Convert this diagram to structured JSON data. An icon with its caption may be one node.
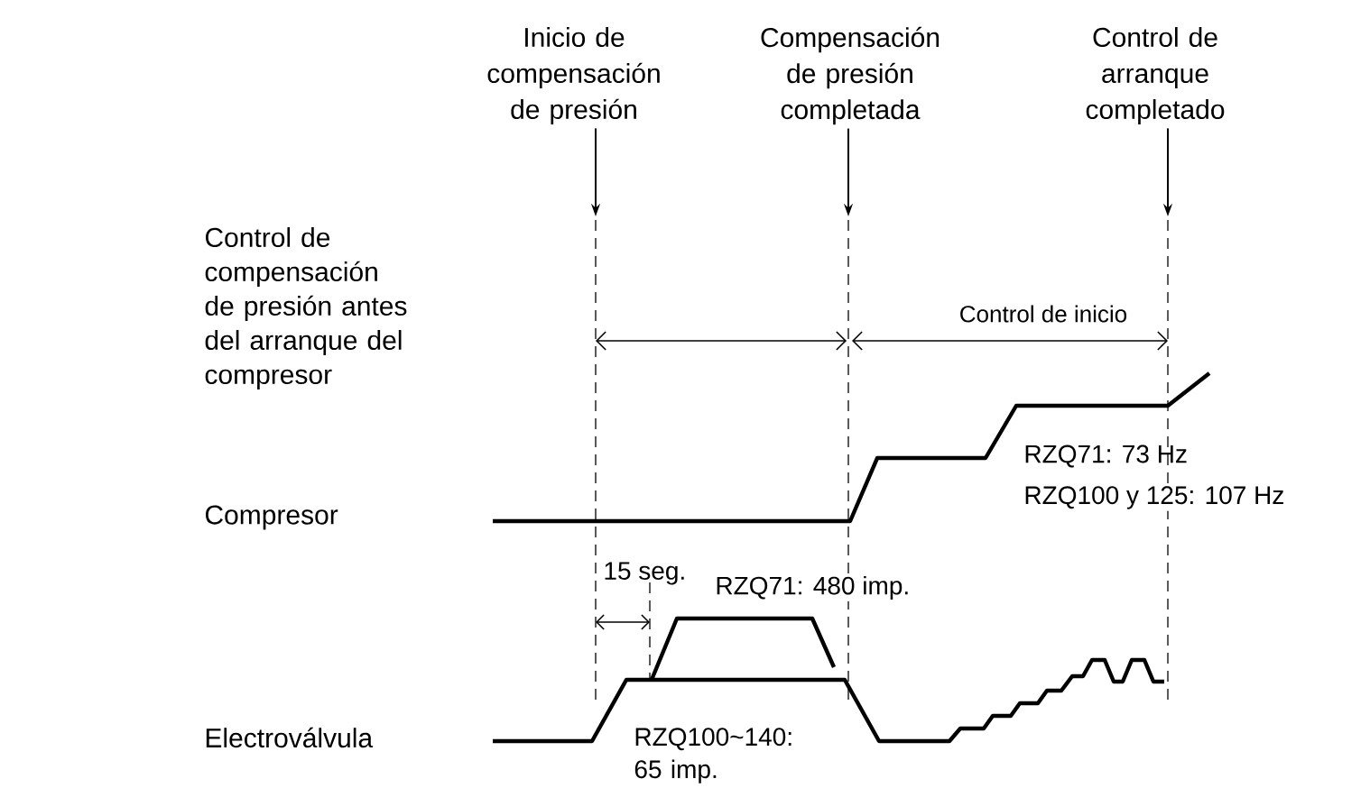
{
  "diagram": {
    "nodes": [
      {
        "text": [
          "Inicio de compensación de presión"
        ]
      },
      {
        "text": [
          "Compensación de presión completada"
        ]
      },
      {
        "text": [
          "Control de arranque completado"
        ]
      }
    ],
    "edges": [
      {
        "from": 0,
        "to": null,
        "arrow": "to"
      },
      {
        "from": 1,
        "to": null,
        "arrow": "to"
      },
      {
        "from": 2,
        "to": null,
        "arrow": "to"
      }
    ],
    "labels": [
      "Control de compensación de presión antes del arranque del compresor",
      "Control de inicio",
      "RZQ71: 73 Hz",
      "Compresor",
      "RZQ100 y 125: 107 Hz",
      "15 seg.",
      "RZQ71: 480 imp.",
      "Electroválvula",
      "RZQ100~140: 65 imp."
    ]
  }
}
